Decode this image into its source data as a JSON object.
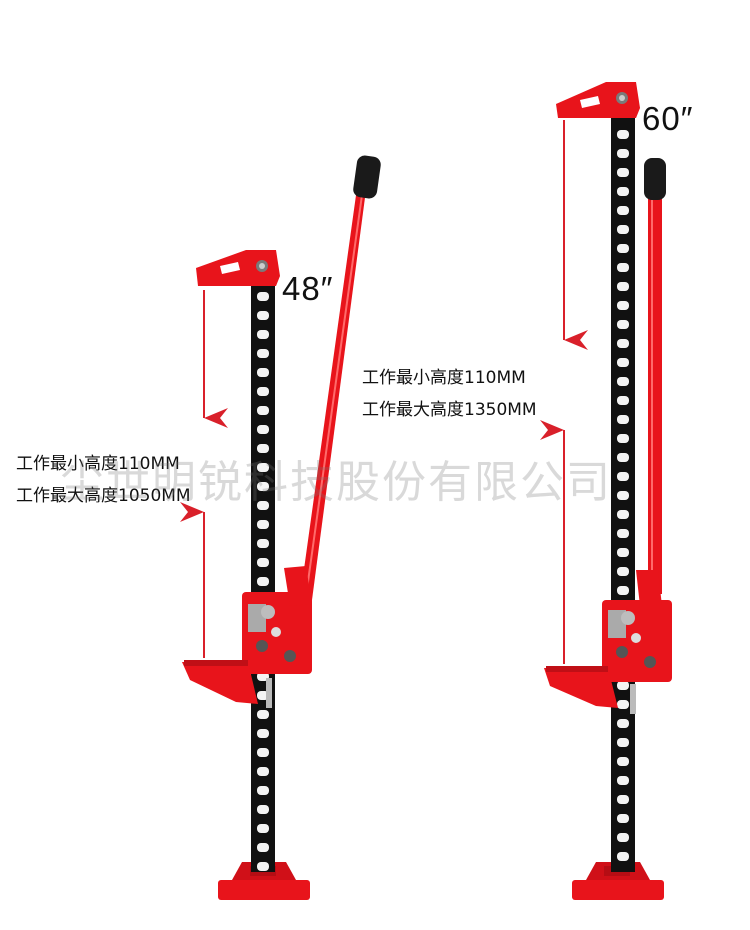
{
  "jack_small": {
    "size_label": "48″",
    "spec_min": "工作最小高度110MM",
    "spec_max": "工作最大高度1050MM"
  },
  "jack_large": {
    "size_label": "60″",
    "spec_min": "工作最小高度110MM",
    "spec_max": "工作最大高度1350MM"
  },
  "watermark": "尘世明锐科技股份有限公司",
  "colors": {
    "jack_red": "#e8141b",
    "bar_black": "#111111",
    "arrow_red": "#d9202a",
    "background": "#ffffff"
  }
}
